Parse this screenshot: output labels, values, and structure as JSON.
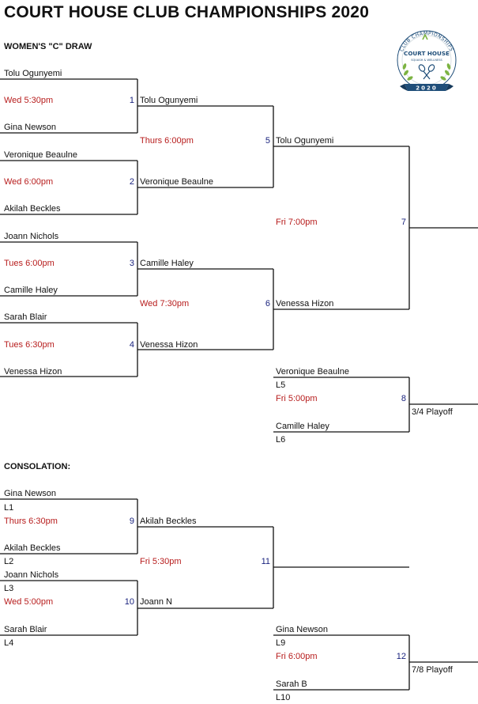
{
  "title": "COURT HOUSE CLUB CHAMPIONSHIPS 2020",
  "draw_heading": "WOMEN'S \"C\" DRAW",
  "consolation_heading": "CONSOLATION:",
  "logo": {
    "arc_text": "CLUB CHAMPIONSHIPS",
    "name": "COURT HOUSE",
    "tagline": "SQUASH & WELLNESS",
    "year": "2020",
    "colors": {
      "primary": "#1f4e79",
      "accent": "#7cb342"
    }
  },
  "colors": {
    "time": "#b71c1c",
    "match_number": "#1a237e",
    "lines": "#111111"
  },
  "main": {
    "r1": [
      {
        "top": "Tolu Ogunyemi",
        "time": "Wed 5:30pm",
        "num": "1",
        "bottom": "Gina Newson"
      },
      {
        "top": "Veronique Beaulne",
        "time": "Wed 6:00pm",
        "num": "2",
        "bottom": "Akilah Beckles"
      },
      {
        "top": "Joann Nichols",
        "time": "Tues 6:00pm",
        "num": "3",
        "bottom": "Camille Haley"
      },
      {
        "top": "Sarah Blair",
        "time": "Tues 6:30pm",
        "num": "4",
        "bottom": "Venessa Hizon"
      }
    ],
    "r2": [
      {
        "top": "Tolu Ogunyemi",
        "time": "Thurs 6:00pm",
        "num": "5",
        "bottom": "Veronique Beaulne"
      },
      {
        "top": "Camille Haley",
        "time": "Wed 7:30pm",
        "num": "6",
        "bottom": "Venessa Hizon"
      }
    ],
    "final": {
      "top": "Tolu Ogunyemi",
      "time": "Fri 7:00pm",
      "num": "7",
      "bottom": "Venessa Hizon"
    },
    "playoff34": {
      "top": "Veronique Beaulne",
      "top_ref": "L5",
      "time": "Fri 5:00pm",
      "num": "8",
      "bottom": "Camille Haley",
      "bottom_ref": "L6",
      "result": "3/4 Playoff"
    }
  },
  "consolation": {
    "r1": [
      {
        "top": "Gina Newson",
        "top_ref": "L1",
        "time": "Thurs 6:30pm",
        "num": "9",
        "bottom": "Akilah Beckles",
        "bottom_ref": "L2"
      },
      {
        "top": "Joann Nichols",
        "top_ref": "L3",
        "time": "Wed 5:00pm",
        "num": "10",
        "bottom": "Sarah Blair",
        "bottom_ref": "L4"
      }
    ],
    "r2": {
      "top": "Akilah Beckles",
      "time": "Fri 5:30pm",
      "num": "11",
      "bottom": "Joann N"
    },
    "playoff78": {
      "top": "Gina Newson",
      "top_ref": "L9",
      "time": "Fri 6:00pm",
      "num": "12",
      "bottom": "Sarah B",
      "bottom_ref": "L10",
      "result": "7/8 Playoff"
    }
  }
}
